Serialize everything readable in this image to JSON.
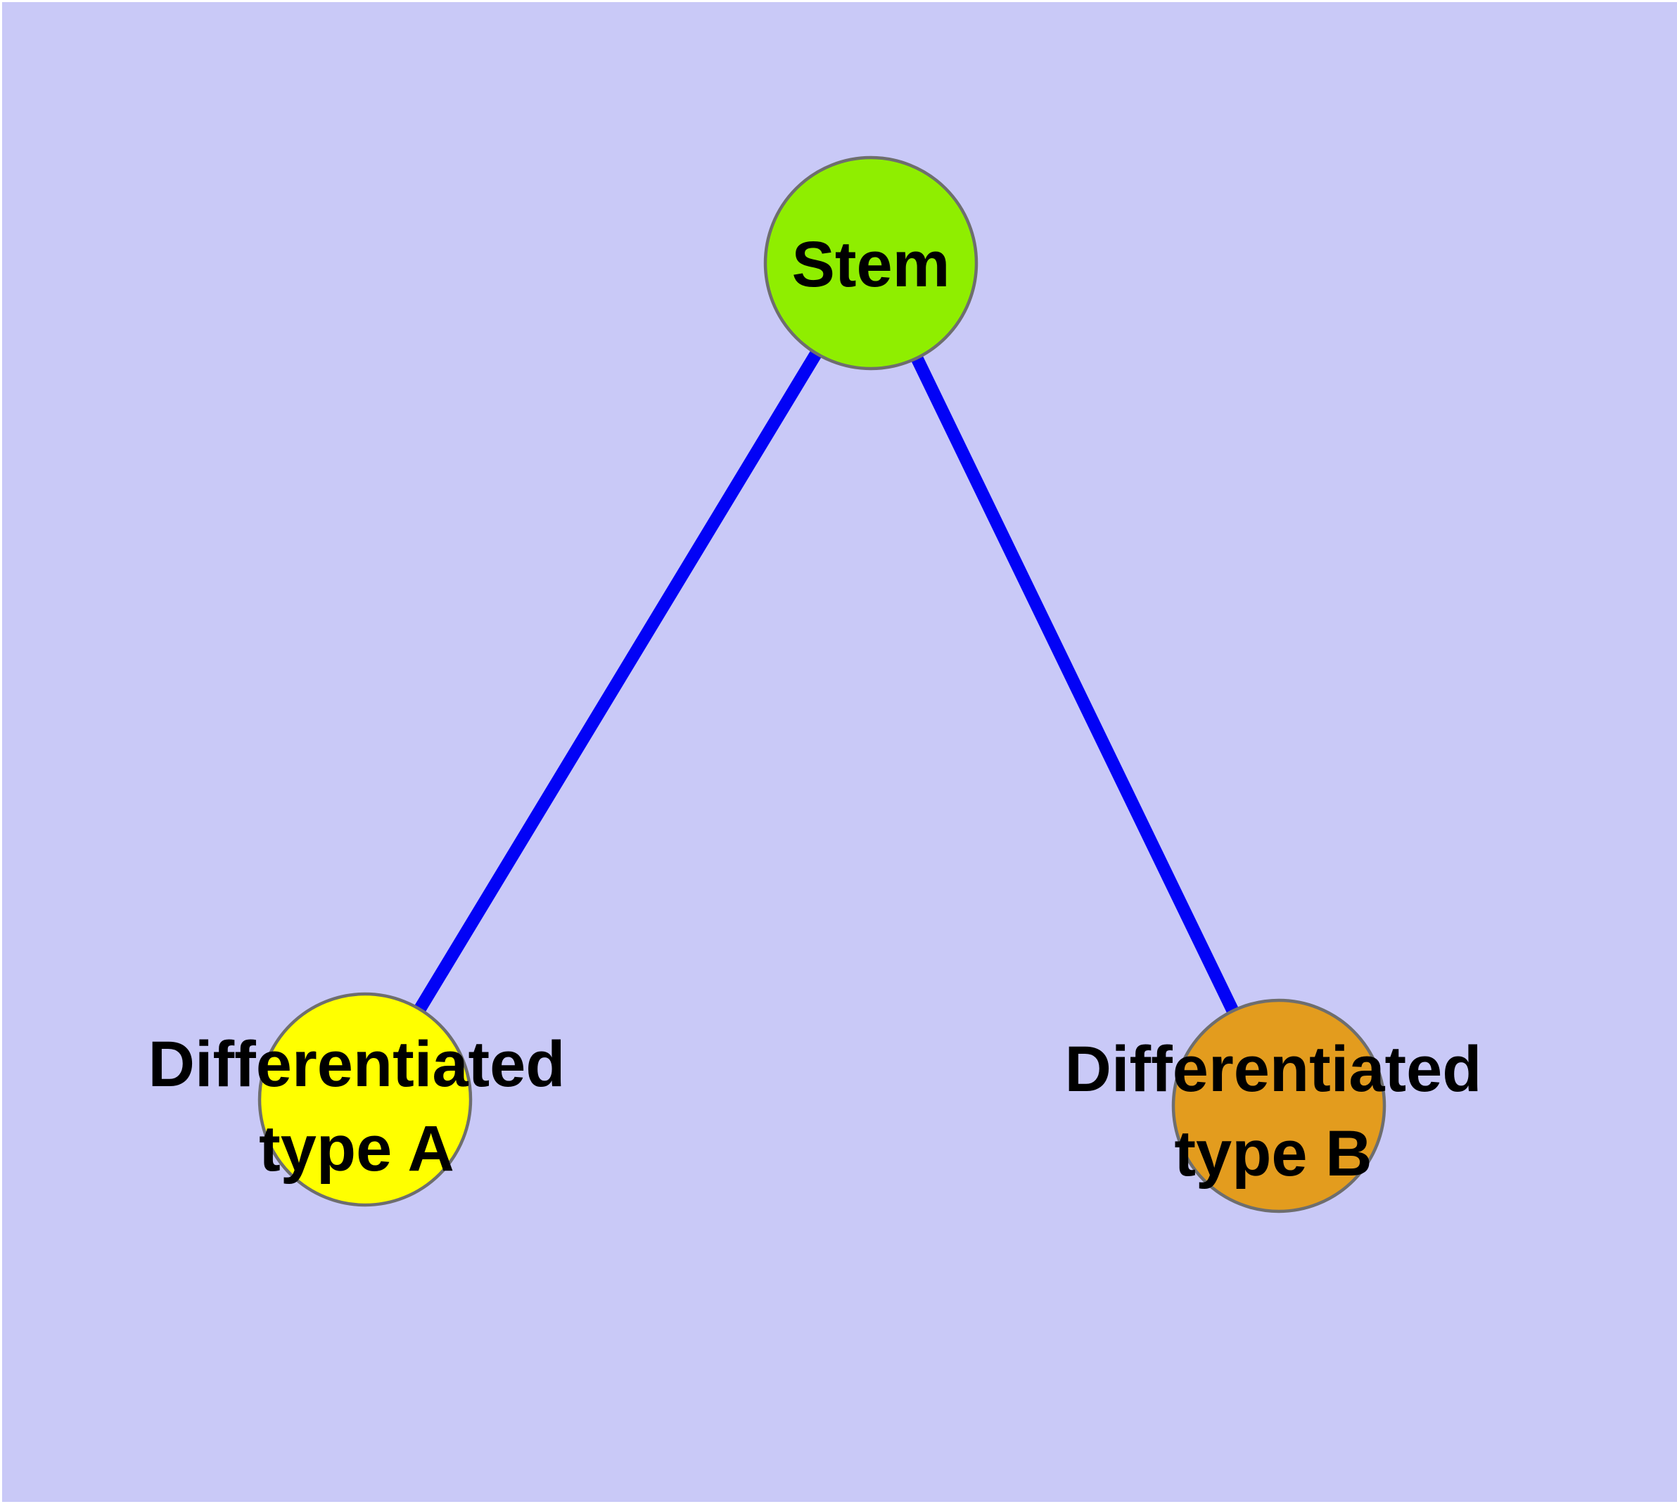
{
  "diagram": {
    "type": "node-link-graph",
    "background_color": "#C9C9F7",
    "page_margin_color": "#FFFFFF",
    "edge_color": "#0202F6",
    "node_border_color": "#6E6E6E",
    "label_color": "#000000",
    "nodes": [
      {
        "id": "stem",
        "label": "Stem",
        "fill_color": "#8FEE00"
      },
      {
        "id": "differentiated-type-a",
        "label_lines": [
          "Differentiated",
          "type A"
        ],
        "fill_color": "#FFFF00"
      },
      {
        "id": "differentiated-type-b",
        "label_lines": [
          "Differentiated",
          "type B"
        ],
        "fill_color": "#E39C1E"
      }
    ],
    "edges": [
      {
        "from": "Stem",
        "to": "Differentiated type A"
      },
      {
        "from": "Stem",
        "to": "Differentiated type B"
      }
    ]
  }
}
